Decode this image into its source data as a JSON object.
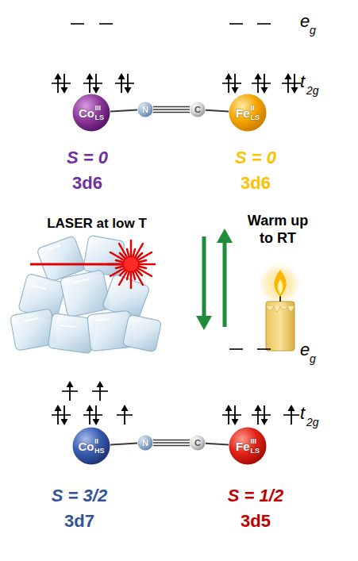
{
  "diagram": {
    "nodes": [
      {
        "text": [
          "Co",
          "III",
          "LS"
        ]
      },
      {
        "text": [
          "N"
        ]
      },
      {
        "text": [
          "C"
        ]
      },
      {
        "text": [
          "Fe",
          "II",
          "LS"
        ]
      },
      {
        "text": [
          "Co",
          "II",
          "HS"
        ]
      },
      {
        "text": [
          "N"
        ]
      },
      {
        "text": [
          "C"
        ]
      },
      {
        "text": [
          "Fe",
          "III",
          "LS"
        ]
      }
    ],
    "edges": [
      {
        "from": 0,
        "to": 1,
        "arrow": "none"
      },
      {
        "from": 1,
        "to": 2,
        "arrow": "none"
      },
      {
        "from": 2,
        "to": 3,
        "arrow": "none"
      },
      {
        "from": 4,
        "to": 5,
        "arrow": "none"
      },
      {
        "from": 5,
        "to": 6,
        "arrow": "none"
      },
      {
        "from": 6,
        "to": 7,
        "arrow": "none"
      }
    ],
    "labels": [
      "e",
      "g",
      "t",
      "2g",
      "S = 0",
      "S = 0",
      "3d6",
      "3d6",
      "LASER at low T",
      "Warm up to RT",
      "e",
      "g",
      "t",
      "2g",
      "S = 3/2",
      "S = 1/2",
      "3d7",
      "3d5"
    ]
  }
}
